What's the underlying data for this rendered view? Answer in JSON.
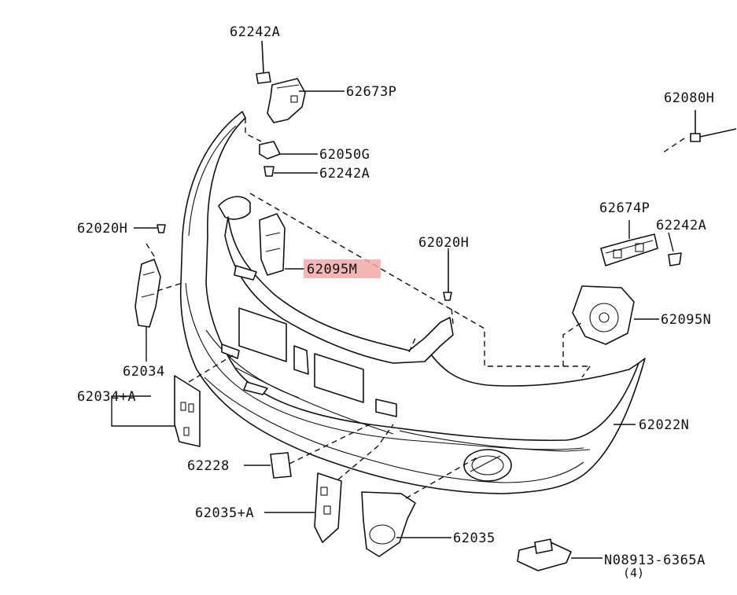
{
  "diagram": {
    "labels": {
      "p62242A_top": "62242A",
      "p62673P": "62673P",
      "p62050G": "62050G",
      "p62242A_mid": "62242A",
      "p62080H": "62080H",
      "p62674P": "62674P",
      "p62242A_right": "62242A",
      "p62020H_left": "62020H",
      "p62020H_center": "62020H",
      "p62095M": "62095M",
      "p62095N": "62095N",
      "p62034": "62034",
      "p62034A": "62034+A",
      "p62022N": "62022N",
      "p62228": "62228",
      "p62035A": "62035+A",
      "p62035": "62035",
      "p08913": "N08913-6365A",
      "p08913_qty": "(4)"
    },
    "highlight_color": "#f2a8a8"
  }
}
